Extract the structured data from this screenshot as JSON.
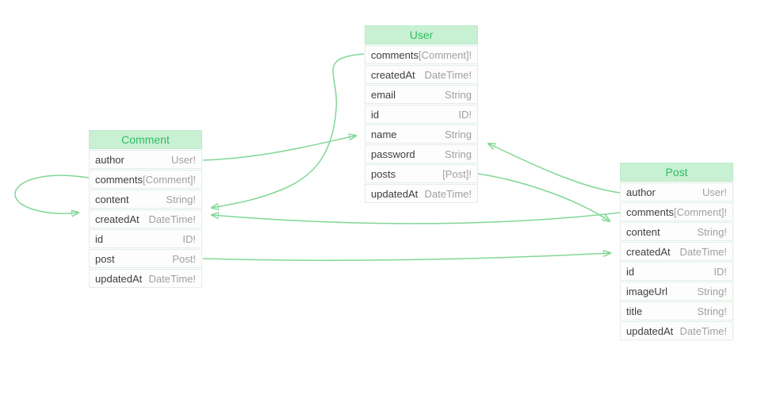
{
  "diagram": {
    "kind": "graphql-schema-erd",
    "background": "#ffffff",
    "colors": {
      "edge": "#82d796",
      "header_bg": "#c8f0d2",
      "header_text": "#2dbe64",
      "field_name_text": "#3e3e3e",
      "field_type_text": "#a0a0a0",
      "row_bg": "#fdfdfd",
      "row_border": "#e1eee4"
    }
  },
  "tables": [
    {
      "title": "Comment",
      "fields": [
        {
          "name": "author",
          "type": "User!"
        },
        {
          "name": "comments",
          "type": "[Comment]!"
        },
        {
          "name": "content",
          "type": "String!"
        },
        {
          "name": "createdAt",
          "type": "DateTime!"
        },
        {
          "name": "id",
          "type": "ID!"
        },
        {
          "name": "post",
          "type": "Post!"
        },
        {
          "name": "updatedAt",
          "type": "DateTime!"
        }
      ]
    },
    {
      "title": "User",
      "fields": [
        {
          "name": "comments",
          "type": "[Comment]!"
        },
        {
          "name": "createdAt",
          "type": "DateTime!"
        },
        {
          "name": "email",
          "type": "String"
        },
        {
          "name": "id",
          "type": "ID!"
        },
        {
          "name": "name",
          "type": "String"
        },
        {
          "name": "password",
          "type": "String"
        },
        {
          "name": "posts",
          "type": "[Post]!"
        },
        {
          "name": "updatedAt",
          "type": "DateTime!"
        }
      ]
    },
    {
      "title": "Post",
      "fields": [
        {
          "name": "author",
          "type": "User!"
        },
        {
          "name": "comments",
          "type": "[Comment]!"
        },
        {
          "name": "content",
          "type": "String!"
        },
        {
          "name": "createdAt",
          "type": "DateTime!"
        },
        {
          "name": "id",
          "type": "ID!"
        },
        {
          "name": "imageUrl",
          "type": "String!"
        },
        {
          "name": "title",
          "type": "String!"
        },
        {
          "name": "updatedAt",
          "type": "DateTime!"
        }
      ]
    }
  ],
  "edges": [
    {
      "from": "Comment.author",
      "to": "User"
    },
    {
      "from": "Comment.comments",
      "to": "Comment"
    },
    {
      "from": "Comment.post",
      "to": "Post"
    },
    {
      "from": "User.comments",
      "to": "Comment"
    },
    {
      "from": "User.posts",
      "to": "Post"
    },
    {
      "from": "Post.author",
      "to": "User"
    },
    {
      "from": "Post.comments",
      "to": "Comment"
    }
  ]
}
